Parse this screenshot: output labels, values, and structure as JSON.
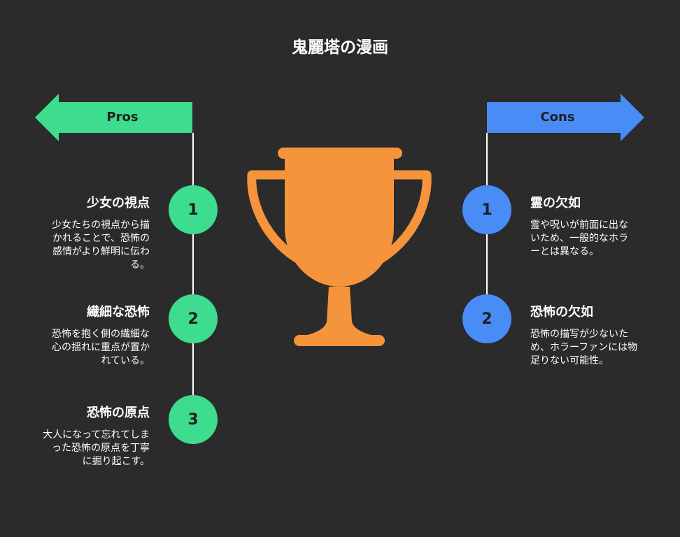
{
  "title": "鬼麗塔の漫画",
  "colors": {
    "background": "#2b2b2b",
    "pros": "#3ddc8e",
    "cons": "#4a8cf5",
    "trophy": "#f5943a"
  },
  "pros": {
    "label": "Pros",
    "items": [
      {
        "num": "1",
        "title": "少女の視点",
        "lines": [
          "少女たちの視点から描",
          "かれることで、恐怖の",
          "感情がより鮮明に伝わ",
          "る。"
        ]
      },
      {
        "num": "2",
        "title": "繊細な恐怖",
        "lines": [
          "恐怖を抱く側の繊細な",
          "心の揺れに重点が置か",
          "れている。"
        ]
      },
      {
        "num": "3",
        "title": "恐怖の原点",
        "lines": [
          "大人になって忘れてしま",
          "った恐怖の原点を丁寧",
          "に掘り起こす。"
        ]
      }
    ]
  },
  "cons": {
    "label": "Cons",
    "items": [
      {
        "num": "1",
        "title": "霊の欠如",
        "lines": [
          "霊や呪いが前面に出な",
          "いため、一般的なホラ",
          "ーとは異なる。"
        ]
      },
      {
        "num": "2",
        "title": "恐怖の欠如",
        "lines": [
          "恐怖の描写が少ないた",
          "め、ホラーファンには物",
          "足りない可能性。"
        ]
      }
    ]
  },
  "icons": {
    "trophy": "trophy-icon",
    "left_arrow": "arrow-left-icon",
    "right_arrow": "arrow-right-icon"
  }
}
